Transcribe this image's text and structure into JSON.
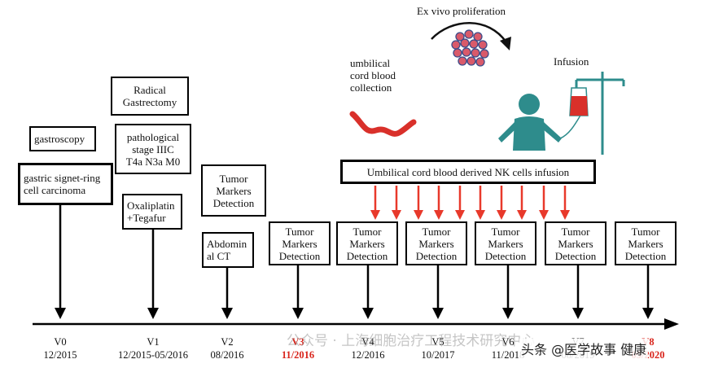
{
  "boxes": {
    "gastroscopy": "gastroscopy",
    "carcinoma": "gastric signet-ring\ncell carcinoma",
    "radical": "Radical\nGastrectomy",
    "pathological": "pathological\nstage IIIC\nT4a N3a M0",
    "oxaliplatin": "Oxaliplatin\n+Tegafur",
    "tumor_v2": "Tumor\nMarkers\nDetection",
    "abdominal": "Abdomin\nal CT",
    "tumor_v3": "Tumor\nMarkers\nDetection",
    "tumor_v4": "Tumor\nMarkers\nDetection",
    "tumor_v5": "Tumor\nMarkers\nDetection",
    "tumor_v6": "Tumor\nMarkers\nDetection",
    "tumor_v7": "Tumor\nMarkers\nDetection",
    "tumor_v8": "Tumor\nMarkers\nDetection",
    "nk_infusion": "Umbilical cord blood derived NK cells infusion"
  },
  "texts": {
    "ex_vivo": "Ex vivo proliferation",
    "umbilical": "umbilical\ncord blood\ncollection",
    "infusion": "Infusion"
  },
  "timeline": [
    {
      "visit": "V0",
      "date": "12/2015",
      "highlight": false
    },
    {
      "visit": "V1",
      "date": "12/2015-05/2016",
      "highlight": false
    },
    {
      "visit": "V2",
      "date": "08/2016",
      "highlight": false
    },
    {
      "visit": "V3",
      "date": "11/2016",
      "highlight": true
    },
    {
      "visit": "V4",
      "date": "12/2016",
      "highlight": false
    },
    {
      "visit": "V5",
      "date": "10/2017",
      "highlight": false
    },
    {
      "visit": "V6",
      "date": "11/2018",
      "highlight": false
    },
    {
      "visit": "V7",
      "date": "08/2019",
      "highlight": false
    },
    {
      "visit": "V8",
      "date": "09/2020",
      "highlight": true
    }
  ],
  "watermark": {
    "account": "公众号 · 上海细胞治疗工程技术研究中心",
    "source": "头条 @医学故事 健康"
  },
  "colors": {
    "red_arrow": "#e8392b",
    "teal": "#2e8c8c",
    "cord_red": "#d9302a",
    "highlight_text": "#d9251c"
  }
}
